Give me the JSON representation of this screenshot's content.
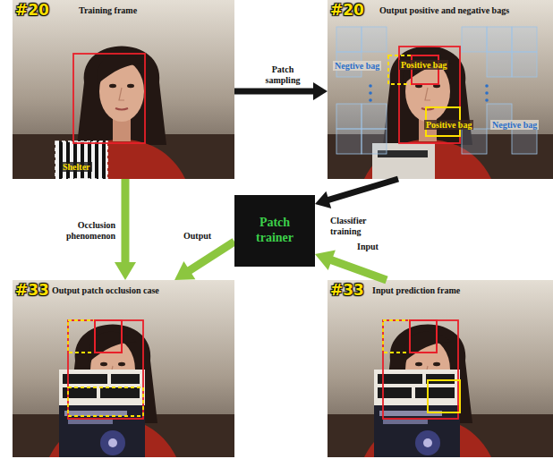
{
  "diagram": {
    "nodes": [
      {
        "text": [
          "#20",
          "Training frame",
          "Shelter"
        ]
      },
      {
        "text": [
          "#20",
          "Output positive and negative bags",
          "Negtive bag",
          "Positive bag",
          "Positive bag",
          "Negtive bag"
        ]
      },
      {
        "text": [
          "Patch trainer"
        ]
      },
      {
        "text": [
          "#33",
          "Output patch occlusion case"
        ]
      },
      {
        "text": [
          "#33",
          "Input prediction frame"
        ]
      }
    ],
    "edges": [
      {
        "from": 0,
        "to": 1,
        "label": "Patch sampling",
        "arrow": "to"
      },
      {
        "from": 1,
        "to": 2,
        "label": "Classifier training",
        "arrow": "to"
      },
      {
        "from": 0,
        "to": 3,
        "label": "Occlusion phenomenon",
        "arrow": "to"
      },
      {
        "from": 4,
        "to": 2,
        "label": "Input",
        "arrow": "to"
      },
      {
        "from": 2,
        "to": 3,
        "label": "Output",
        "arrow": "to"
      }
    ]
  }
}
